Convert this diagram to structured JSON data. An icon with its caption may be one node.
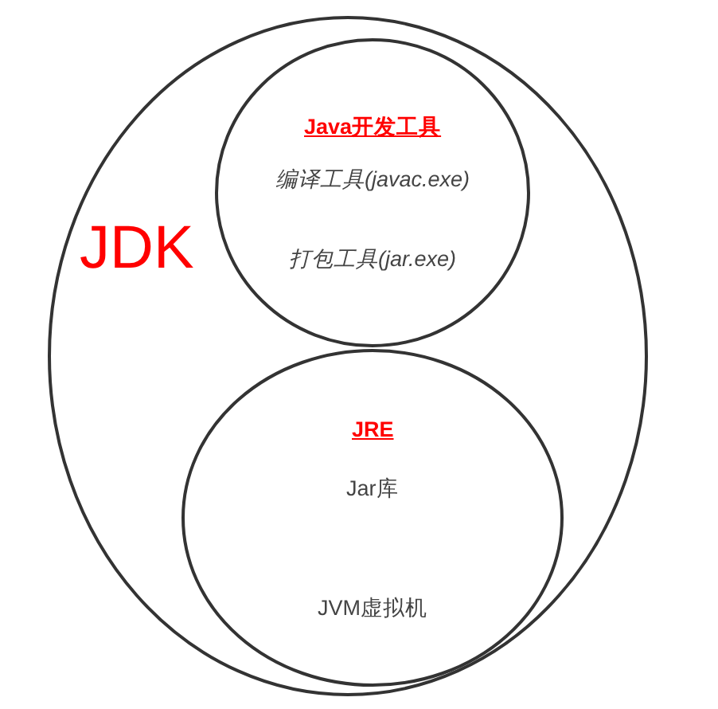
{
  "diagram": {
    "nodes": [
      {
        "text": [
          "JDK"
        ]
      },
      {
        "text": [
          "Java开发工具",
          "编译工具(javac.exe)",
          "打包工具(jar.exe)"
        ],
        "in": 0
      },
      {
        "text": [
          "JRE",
          "Jar库",
          "JVM虚拟机"
        ],
        "in": 0
      }
    ]
  }
}
